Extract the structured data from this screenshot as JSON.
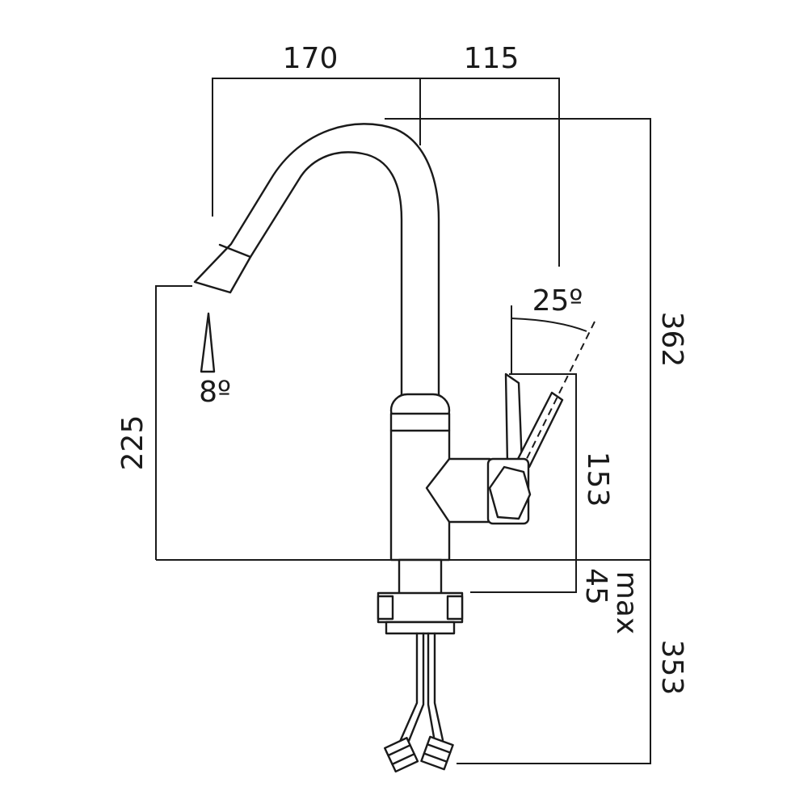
{
  "dimensions": {
    "top_left": "170",
    "top_right": "115",
    "overall_height": "362",
    "spout_height": "225",
    "body_height": "153",
    "below_deck_max_value": "45",
    "below_deck_max_word": "max",
    "hose_length": "353"
  },
  "angles": {
    "spout_tilt": "8º",
    "lever_swing": "25º"
  },
  "colors": {
    "line": "#1a1a1a",
    "background": "#ffffff"
  }
}
